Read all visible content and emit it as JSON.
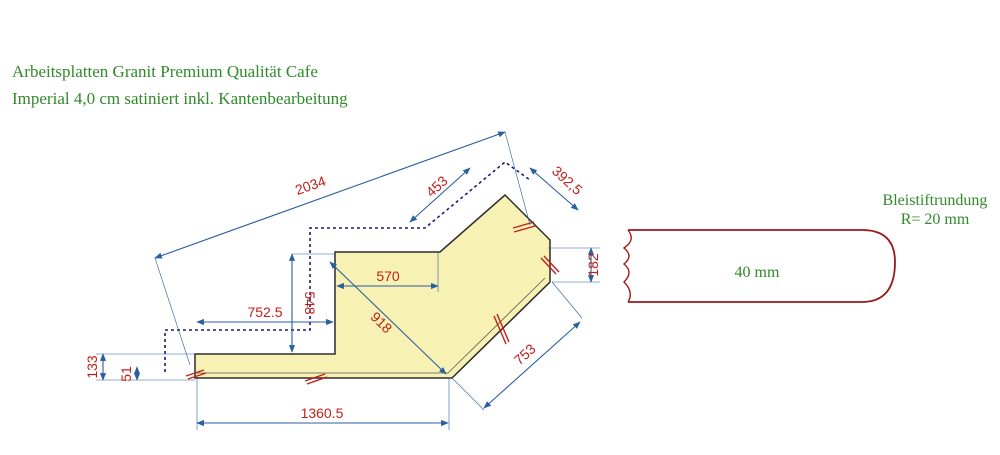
{
  "title": {
    "line1": "Arbeitsplatten Granit  Premium Qualität Cafe",
    "line2": "Imperial 4,0 cm satiniert inkl. Kantenbearbeitung"
  },
  "dimensions": {
    "d2034": "2034",
    "d453": "453",
    "d392_5": "392,5",
    "d570": "570",
    "d548": "548",
    "d752_5": "752.5",
    "d918": "918",
    "d182": "182",
    "d753": "753",
    "d133": "133",
    "d51": "51",
    "d1360_5": "1360.5"
  },
  "edge_profile": {
    "heading": "Bleistiftrundung",
    "radius": "R= 20 mm",
    "thickness": "40 mm"
  },
  "colors": {
    "slab_fill": "#f7f2b4",
    "outline": "#2b2b2b",
    "dimension_line": "#2a5fa0",
    "dimension_text": "#c0201a",
    "annotation_text": "#2f8a2a",
    "dashed_outline": "#1a1a7a",
    "profile_stroke": "#9a1a1a"
  }
}
